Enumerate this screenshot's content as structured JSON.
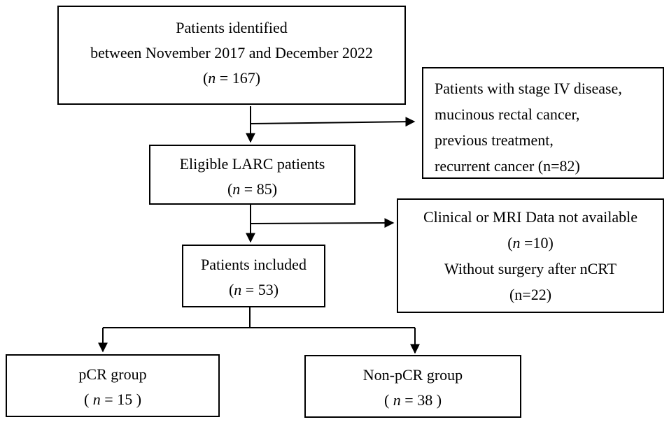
{
  "identified": {
    "line1": "Patients identified",
    "line2": "between November 2017 and December 2022",
    "count_open": "(",
    "n": "n",
    "count_rest": " = 167)"
  },
  "excluded1": {
    "line1": "Patients with stage IV disease,",
    "line2": "mucinous rectal cancer,",
    "line3": "previous treatment,",
    "line4": "recurrent cancer (n=82)"
  },
  "eligible": {
    "line1": "Eligible LARC patients",
    "count_open": "(",
    "n": "n",
    "count_rest": " = 85)"
  },
  "excluded2": {
    "line1": "Clinical or MRI Data not available",
    "count_open": "(",
    "n": "n",
    "count_rest": " =10)",
    "line3": "Without surgery after nCRT",
    "line4": "(n=22)"
  },
  "included": {
    "line1": "Patients included",
    "count_open": "(",
    "n": "n",
    "count_rest": " = 53)"
  },
  "pcr": {
    "line1": "pCR group",
    "count_open": "( ",
    "n": "n",
    "count_rest": " = 15 )"
  },
  "nonpcr": {
    "line1": "Non-pCR group",
    "count_open": "( ",
    "n": "n",
    "count_rest": " = 38 )"
  }
}
